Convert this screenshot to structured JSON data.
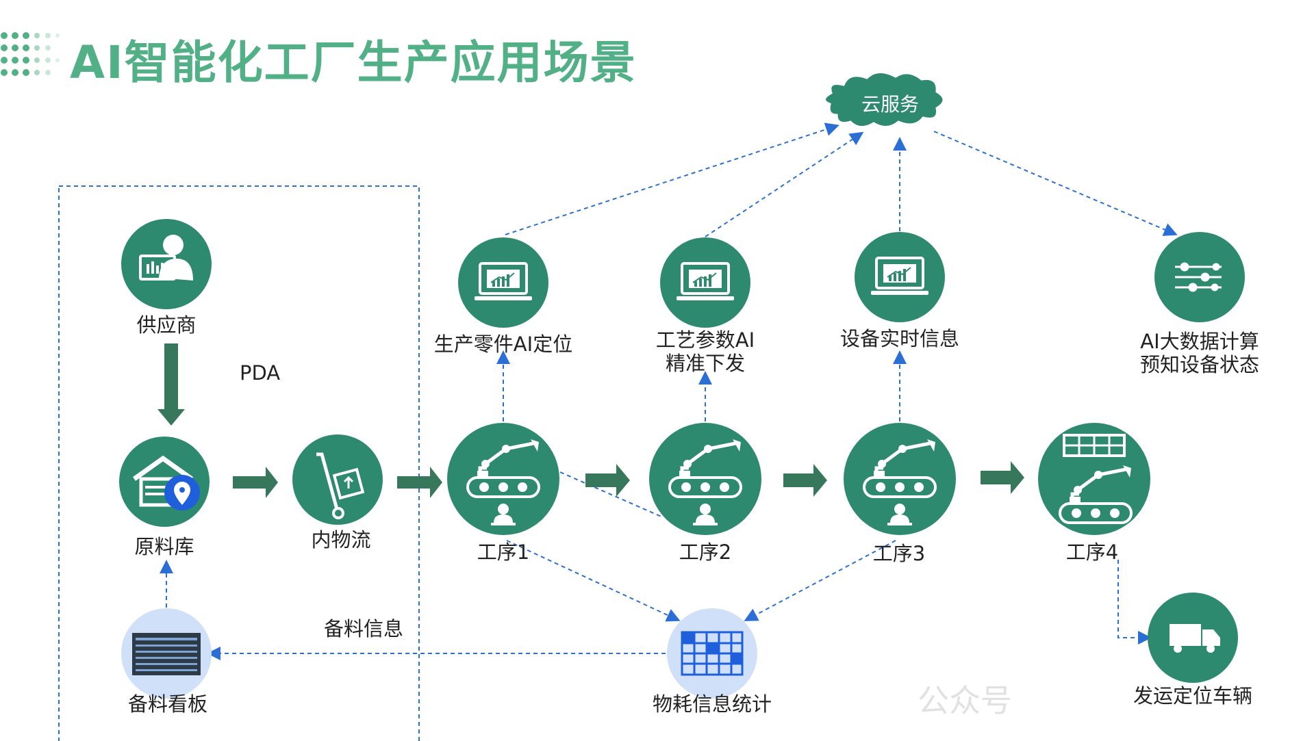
{
  "title": "AI智能化工厂生产应用场景",
  "cloud_label": "云服务",
  "pda_label": "PDA",
  "beiliao_info_label": "备料信息",
  "nodes": {
    "supplier": "供应商",
    "warehouse": "原料库",
    "logistics": "内物流",
    "board": "备料看板",
    "step1": "工序1",
    "step2": "工序2",
    "step3": "工序3",
    "step4": "工序4",
    "part_ai": "生产零件AI定位",
    "param_ai_1": "工艺参数AI",
    "param_ai_2": "精准下发",
    "device_info": "设备实时信息",
    "bigdata_1": "AI大数据计算",
    "bigdata_2": "预知设备状态",
    "material_stats": "物耗信息统计",
    "truck": "发运定位车辆"
  },
  "watermark": "公众号",
  "colors": {
    "node_green": "#2d8a6e",
    "title_green": "#52b086",
    "arrow_green": "#37785c",
    "dash_blue": "#2b6fd6",
    "light_blue_node": "#cfe0f8"
  }
}
